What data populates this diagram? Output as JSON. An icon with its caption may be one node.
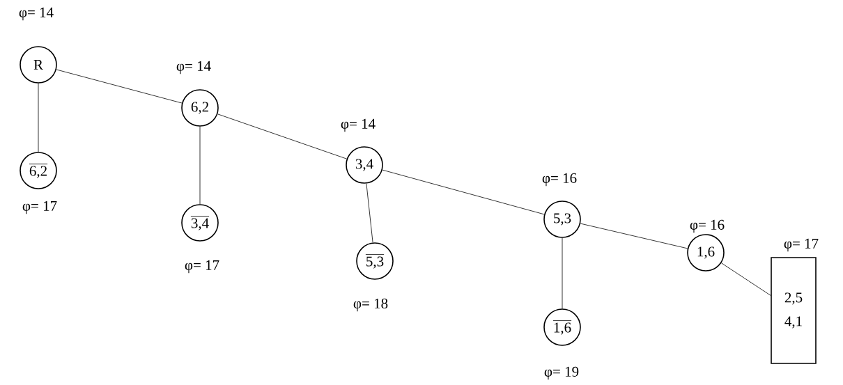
{
  "diagram": {
    "nodes": [
      {
        "text": [
          "\\text{R}"
        ],
        "beside": [
          "φ= 14"
        ]
      },
      {
        "text": [
          "\\text{6,2}"
        ],
        "beside": [
          "φ= 14"
        ]
      },
      {
        "text": [
          "\\overline{\\text{6,2}}"
        ],
        "beside": [
          "φ= 17"
        ]
      },
      {
        "text": [
          "\\text{3,4}"
        ],
        "beside": [
          "φ= 14"
        ]
      },
      {
        "text": [
          "\\overline{\\text{3,4}}"
        ],
        "beside": [
          "φ= 17"
        ]
      },
      {
        "text": [
          "\\text{5,3}"
        ],
        "beside": [
          "φ= 16"
        ]
      },
      {
        "text": [
          "\\overline{\\text{5,3}}"
        ],
        "beside": [
          "φ= 18"
        ]
      },
      {
        "text": [
          "\\text{1,6}"
        ],
        "beside": [
          "φ= 16"
        ]
      },
      {
        "text": [
          "\\overline{\\text{1,6}}"
        ],
        "beside": [
          "φ= 19"
        ]
      },
      {
        "text": [
          "2,5",
          "4,1"
        ],
        "beside": [
          "φ= 17"
        ]
      }
    ],
    "edges": [
      {
        "from": 0,
        "to": 1,
        "arrow": "none"
      },
      {
        "from": 0,
        "to": 2,
        "arrow": "none"
      },
      {
        "from": 1,
        "to": 3,
        "arrow": "none"
      },
      {
        "from": 1,
        "to": 4,
        "arrow": "none"
      },
      {
        "from": 3,
        "to": 5,
        "arrow": "none"
      },
      {
        "from": 3,
        "to": 6,
        "arrow": "none"
      },
      {
        "from": 5,
        "to": 7,
        "arrow": "none"
      },
      {
        "from": 5,
        "to": 8,
        "arrow": "none"
      },
      {
        "from": 7,
        "to": 9,
        "arrow": "none"
      }
    ]
  }
}
